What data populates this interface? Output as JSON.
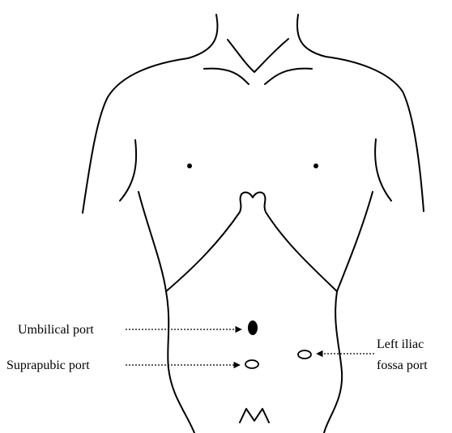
{
  "labels": {
    "umbilical": "Umbilical port",
    "suprapubic": "Suprapubic port",
    "left_iliac_line1": "Left iliac",
    "left_iliac_line2": "fossa port"
  },
  "colors": {
    "line": "#000000",
    "background": "#ffffff",
    "port_filled": "#000000",
    "port_open": "#ffffff"
  }
}
